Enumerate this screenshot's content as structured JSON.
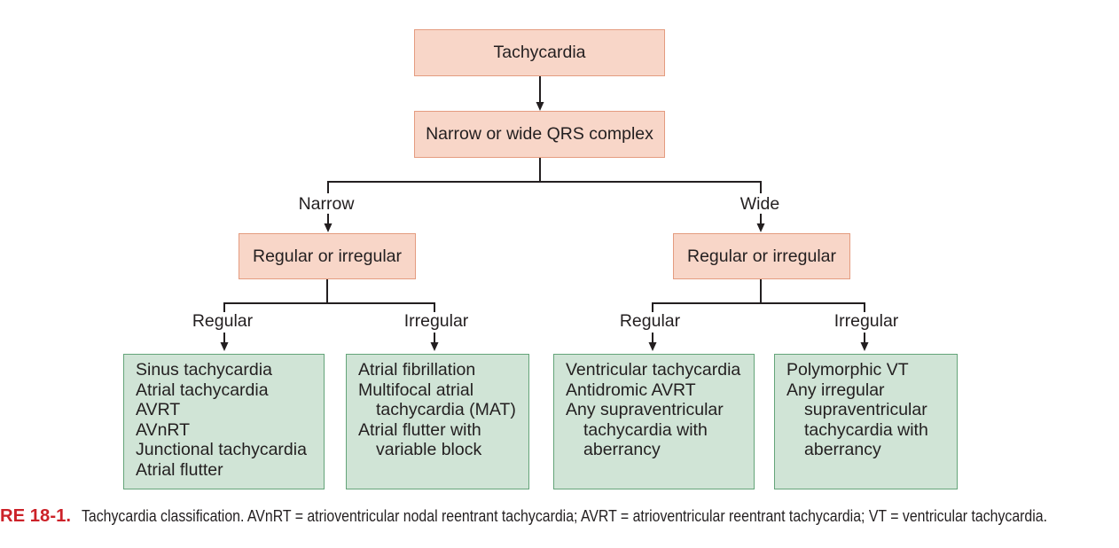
{
  "nodes": {
    "root": "Tachycardia",
    "qrs": "Narrow or wide QRS complex"
  },
  "branches": [
    {
      "label": "Narrow",
      "node": "Regular or irregular",
      "children": [
        {
          "label": "Regular",
          "entries": [
            [
              "Sinus tachycardia"
            ],
            [
              "Atrial tachycardia"
            ],
            [
              "AVRT"
            ],
            [
              "AVnRT"
            ],
            [
              "Junctional tachycardia"
            ],
            [
              "Atrial flutter"
            ]
          ]
        },
        {
          "label": "Irregular",
          "entries": [
            [
              "Atrial fibrillation"
            ],
            [
              "Multifocal atrial",
              "tachycardia (MAT)"
            ],
            [
              "Atrial flutter with",
              "variable block"
            ]
          ]
        }
      ]
    },
    {
      "label": "Wide",
      "node": "Regular or irregular",
      "children": [
        {
          "label": "Regular",
          "entries": [
            [
              "Ventricular tachycardia"
            ],
            [
              "Antidromic AVRT"
            ],
            [
              "Any supraventricular",
              "tachycardia with",
              "aberrancy"
            ]
          ]
        },
        {
          "label": "Irregular",
          "entries": [
            [
              "Polymorphic VT"
            ],
            [
              "Any irregular",
              "supraventricular",
              "tachycardia with",
              "aberrancy"
            ]
          ]
        }
      ]
    }
  ],
  "caption": {
    "figure_label": "RE 18-1.",
    "text": "Tachycardia classification. AVnRT = atrioventricular nodal reentrant tachycardia; AVRT = atrioventricular reentrant tachycardia; VT = ventricular tachycardia."
  },
  "colors": {
    "decision_fill": "#f8d6c8",
    "decision_border": "#e49c80",
    "outcome_fill": "#d0e4d6",
    "outcome_border": "#64a479",
    "ink": "#231f20",
    "caption_label": "#cc2229"
  }
}
